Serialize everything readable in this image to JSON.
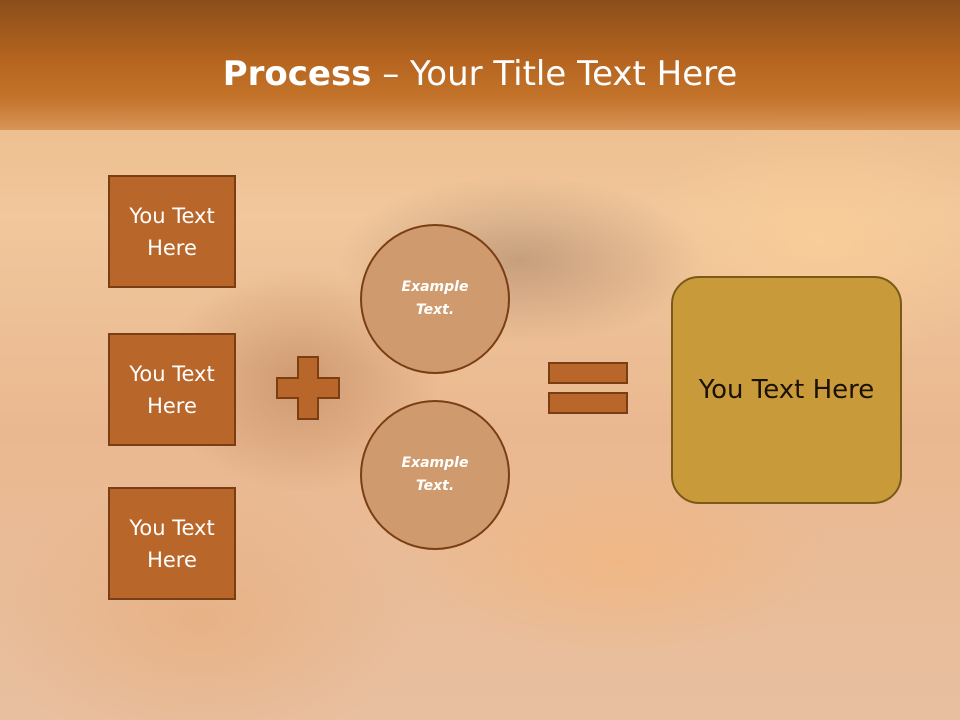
{
  "title": {
    "bold": "Process",
    "rest": " – Your Title Text Here"
  },
  "left_boxes": [
    "You Text Here",
    "You Text Here",
    "You Text Here"
  ],
  "circles": [
    "Example Text.",
    "Example Text."
  ],
  "result": {
    "text": "You Text Here"
  },
  "colors": {
    "box_fill": "#b8662a",
    "box_border": "#7a3e14",
    "circle_fill": "#cf9a6e",
    "result_fill": "#c99a3a",
    "operator_fill": "#b8662a",
    "title_bar": "#b4641f"
  },
  "icons": {
    "plus": "plus-icon",
    "equals": "equals-icon"
  }
}
